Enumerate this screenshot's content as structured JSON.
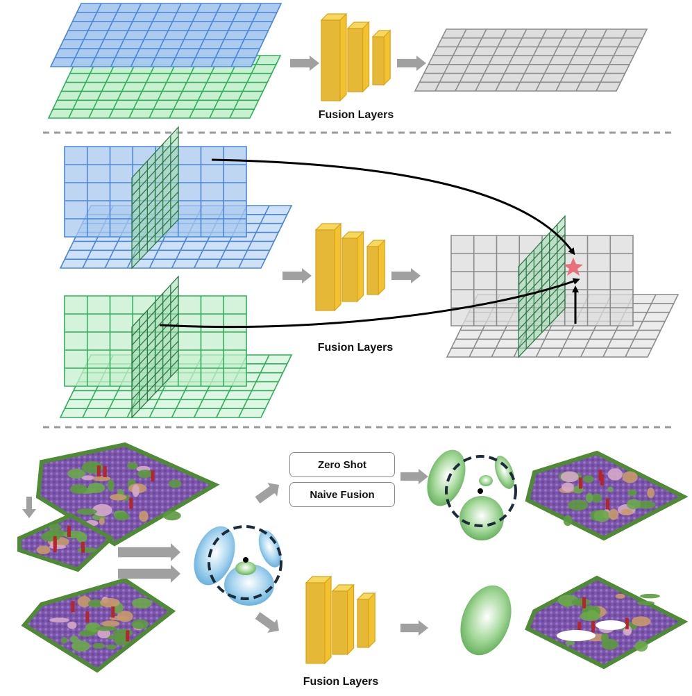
{
  "labels": {
    "fusion_top": "Fusion Layers",
    "fusion_mid": "Fusion Layers",
    "fusion_bottom": "Fusion Layers",
    "zero_shot": "Zero Shot",
    "naive_fusion": "Naive Fusion"
  },
  "colors": {
    "blue": "#4a86d8",
    "blue_fill": "#a8c8ee",
    "green": "#2eb05a",
    "green_fill": "#c6efcd",
    "gray": "#8c8c8c",
    "gray_fill": "#dcdcdc",
    "yellow": "#f2c230",
    "yellow_fill": "#e6b838",
    "arrow": "#a0a0a0",
    "star": "#e8707a",
    "purple": "#7a4fa8",
    "terrain_green": "#5b9a3e"
  },
  "icons": [
    "fusion-layers-icon",
    "star-icon",
    "gaussian-ellipsoid-icon",
    "map-terrain-icon"
  ]
}
